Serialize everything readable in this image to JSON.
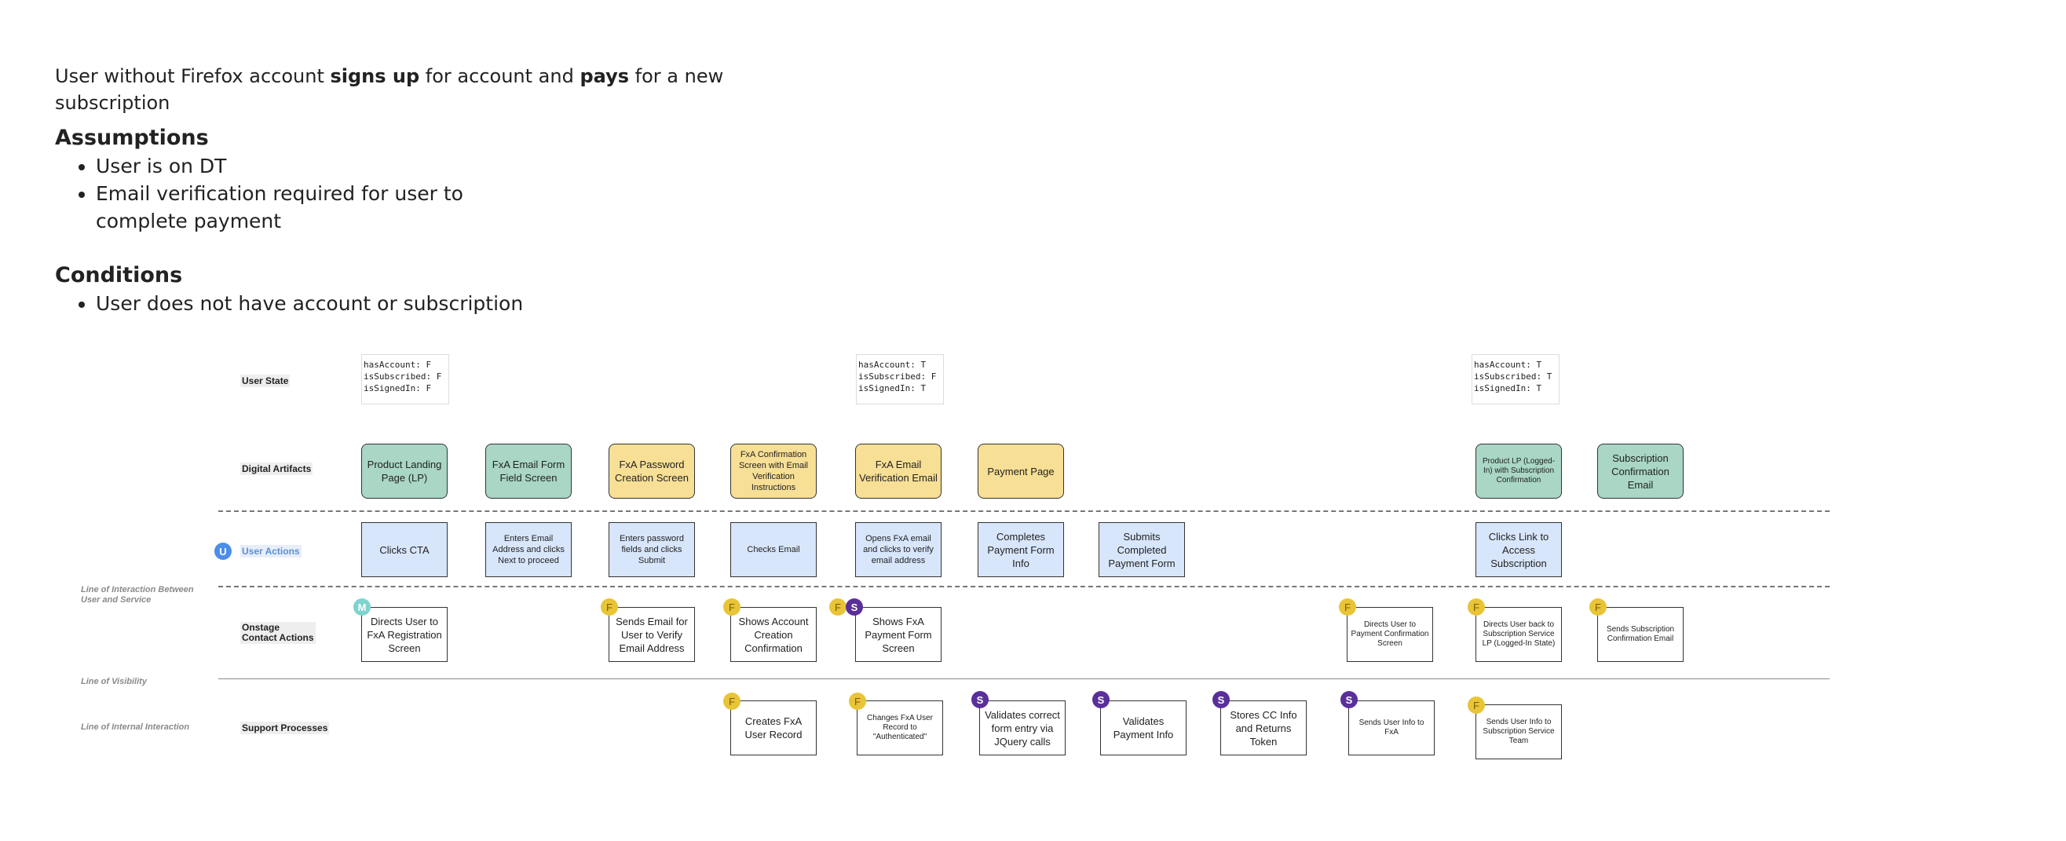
{
  "intro": {
    "title_prefix": "User without Firefox account ",
    "title_bold1": "signs up",
    "title_mid": " for account and ",
    "title_bold2": "pays",
    "title_suffix": " for a new subscription",
    "assumptions_heading": "Assumptions",
    "assumptions": [
      "User is on DT",
      "Email verification required for user to complete payment"
    ],
    "conditions_heading": "Conditions",
    "conditions": [
      "User does not have account or subscription"
    ]
  },
  "rows": {
    "user_state": "User State",
    "digital_artifacts": "Digital Artifacts",
    "user_actions": "User Actions",
    "onstage": "Onstage Contact Actions",
    "support": "Support Processes"
  },
  "lines": {
    "interaction": "Line of Interaction Between User and Service",
    "visibility": "Line of Visibility",
    "internal": "Line of Internal Interaction"
  },
  "legend_badge": "U",
  "states": [
    "hasAccount: F\nisSubscribed: F\nisSignedIn: F",
    "hasAccount: T\nisSubscribed: F\nisSignedIn: T",
    "hasAccount: T\nisSubscribed: T\nisSignedIn: T"
  ],
  "artifacts": [
    {
      "text": "Product Landing Page (LP)",
      "color": "green"
    },
    {
      "text": "FxA Email Form Field Screen",
      "color": "green"
    },
    {
      "text": "FxA Password Creation Screen",
      "color": "yellow"
    },
    {
      "text": "FxA Confirmation Screen with Email Verification Instructions",
      "color": "yellow"
    },
    {
      "text": "FxA Email Verification Email",
      "color": "yellow"
    },
    {
      "text": "Payment Page",
      "color": "yellow"
    },
    {
      "text": "Product LP (Logged-In) with Subscription Confirmation",
      "color": "green"
    },
    {
      "text": "Subscription Confirmation Email",
      "color": "green"
    }
  ],
  "actions": [
    "Clicks CTA",
    "Enters Email Address and clicks Next to proceed",
    "Enters password fields and clicks Submit",
    "Checks Email",
    "Opens FxA email and clicks to verify email address",
    "Completes Payment Form Info",
    "Submits Completed Payment Form",
    "Clicks Link to Access Subscription"
  ],
  "onstage": [
    {
      "text": "Directs User to FxA Registration Screen",
      "badges": [
        "M"
      ]
    },
    {
      "text": "Sends Email for User to Verify Email Address",
      "badges": [
        "F"
      ]
    },
    {
      "text": "Shows Account Creation Confirmation",
      "badges": [
        "F"
      ]
    },
    {
      "text": "Shows FxA Payment Form Screen",
      "badges": [
        "F",
        "S"
      ]
    },
    {
      "text": "Directs User to Payment Confirmation Screen",
      "badges": [
        "F"
      ]
    },
    {
      "text": "Directs User back to Subscription Service LP (Logged-In State)",
      "badges": [
        "F"
      ]
    },
    {
      "text": "Sends Subscription Confirmation Email",
      "badges": [
        "F"
      ]
    }
  ],
  "support": [
    {
      "text": "Creates FxA User Record",
      "badges": [
        "F"
      ]
    },
    {
      "text": "Changes FxA User Record to \"Authenticated\"",
      "badges": [
        "F"
      ]
    },
    {
      "text": "Validates correct form entry via JQuery calls",
      "badges": [
        "S"
      ]
    },
    {
      "text": "Validates Payment Info",
      "badges": [
        "S"
      ]
    },
    {
      "text": "Stores CC Info and Returns Token",
      "badges": [
        "S"
      ]
    },
    {
      "text": "Sends User Info to FxA",
      "badges": [
        "S"
      ]
    },
    {
      "text": "Sends User Info to Subscription Service Team",
      "badges": [
        "F"
      ]
    }
  ]
}
